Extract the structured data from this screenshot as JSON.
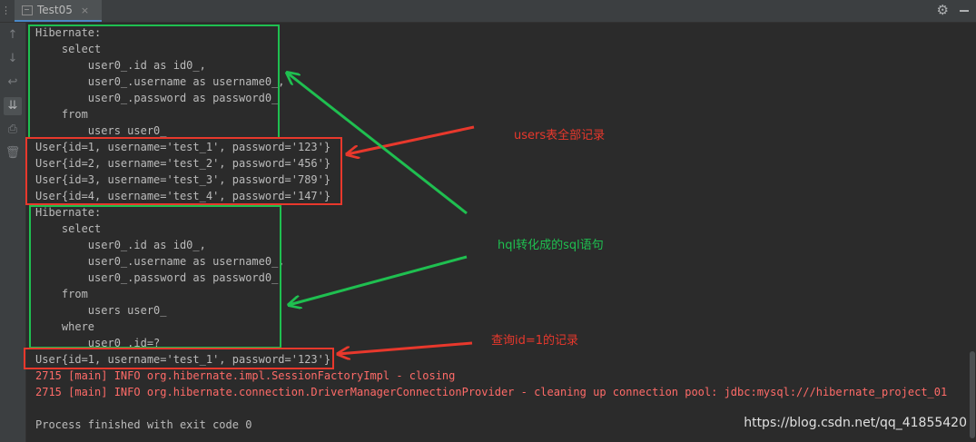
{
  "tab": {
    "title": "Test05",
    "close_glyph": "×"
  },
  "toolbar": {
    "settings_icon": "gear-icon",
    "minimize_icon": "minus-icon",
    "gutter_icons": [
      "arrow-up-icon",
      "arrow-down-icon",
      "soft-wrap-icon",
      "scroll-to-end-icon",
      "print-icon",
      "trash-icon"
    ]
  },
  "console": {
    "lines": [
      {
        "text": "Hibernate: ",
        "type": "out"
      },
      {
        "text": "    select",
        "type": "out"
      },
      {
        "text": "        user0_.id as id0_,",
        "type": "out"
      },
      {
        "text": "        user0_.username as username0_,",
        "type": "out"
      },
      {
        "text": "        user0_.password as password0_ ",
        "type": "out"
      },
      {
        "text": "    from",
        "type": "out"
      },
      {
        "text": "        users user0_",
        "type": "out"
      },
      {
        "text": "User{id=1, username='test_1', password='123'}",
        "type": "out"
      },
      {
        "text": "User{id=2, username='test_2', password='456'}",
        "type": "out"
      },
      {
        "text": "User{id=3, username='test_3', password='789'}",
        "type": "out"
      },
      {
        "text": "User{id=4, username='test_4', password='147'}",
        "type": "out"
      },
      {
        "text": "Hibernate: ",
        "type": "out"
      },
      {
        "text": "    select",
        "type": "out"
      },
      {
        "text": "        user0_.id as id0_,",
        "type": "out"
      },
      {
        "text": "        user0_.username as username0_,",
        "type": "out"
      },
      {
        "text": "        user0_.password as password0_ ",
        "type": "out"
      },
      {
        "text": "    from",
        "type": "out"
      },
      {
        "text": "        users user0_ ",
        "type": "out"
      },
      {
        "text": "    where",
        "type": "out"
      },
      {
        "text": "        user0_.id=?",
        "type": "out"
      },
      {
        "text": "User{id=1, username='test_1', password='123'}",
        "type": "out"
      },
      {
        "text": "2715 [main] INFO org.hibernate.impl.SessionFactoryImpl - closing",
        "type": "err"
      },
      {
        "text": "2715 [main] INFO org.hibernate.connection.DriverManagerConnectionProvider - cleaning up connection pool: jdbc:mysql:///hibernate_project_01",
        "type": "err"
      },
      {
        "text": "",
        "type": "blank"
      },
      {
        "text": "Process finished with exit code 0",
        "type": "out"
      }
    ]
  },
  "annotations": {
    "users_all": "users表全部记录",
    "hql_to_sql": "hql转化成的sql语句",
    "query_id1": "查询id=1的记录"
  },
  "watermark": "https://blog.csdn.net/qq_41855420",
  "colors": {
    "background": "#2b2b2b",
    "stdout": "#bbbbbb",
    "stderr": "#ff6b68",
    "annotation_red": "#e8382c",
    "annotation_green": "#1fbf50"
  }
}
